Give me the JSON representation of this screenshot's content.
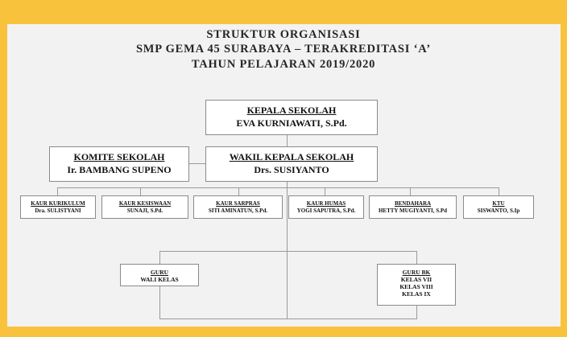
{
  "title_lines": [
    "STRUKTUR ORGANISASI",
    "SMP GEMA 45 SURABAYA – TERAKREDITASI ‘A’",
    "TAHUN PELAJARAN 2019/2020"
  ],
  "kepala": {
    "title": "KEPALA SEKOLAH",
    "name": "EVA KURNIAWATI, S.Pd."
  },
  "komite": {
    "title": "KOMITE SEKOLAH",
    "name": "Ir. BAMBANG SUPENO"
  },
  "wakil": {
    "title": "WAKIL KEPALA SEKOLAH",
    "name": "Drs. SUSIYANTO"
  },
  "units": [
    {
      "title": "KAUR KURIKULUM",
      "name": "Dra. SULISTYANI"
    },
    {
      "title": "KAUR KESISWAAN",
      "name": "SUNAJI, S.Pd."
    },
    {
      "title": "KAUR SARPRAS",
      "name": "SITI AMINATUN, S.Pd."
    },
    {
      "title": "KAUR HUMAS",
      "name": "YOGI SAPUTRA, S.Pd."
    },
    {
      "title": "BENDAHARA",
      "name": "HETTY MUGIYANTI, S.Pd"
    },
    {
      "title": "KTU",
      "name": "SISWANTO, S.Ip"
    }
  ],
  "guru": {
    "title": "GURU",
    "lines": [
      "WALI KELAS"
    ]
  },
  "guru_bk": {
    "title": "GURU BK",
    "lines": [
      "KELAS VII",
      "KELAS VIII",
      "KELAS IX"
    ]
  }
}
